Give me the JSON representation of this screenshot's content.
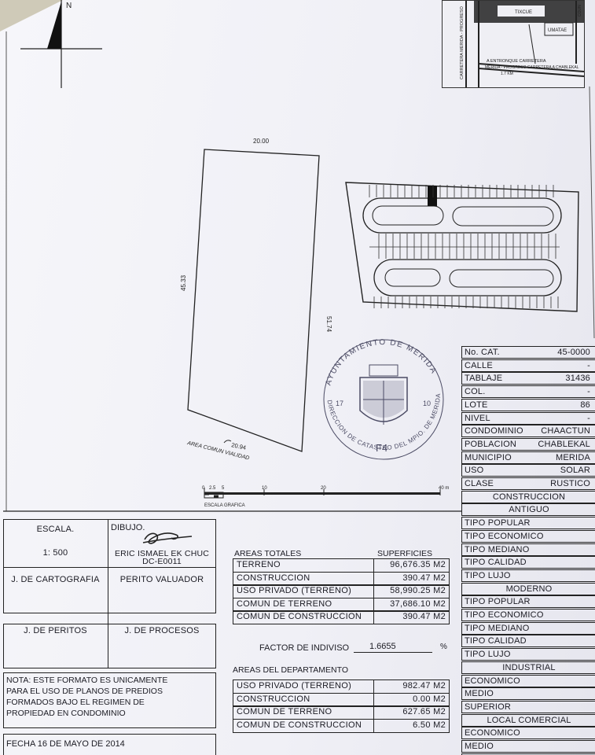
{
  "plot": {
    "top_dim": "20.00",
    "left_dim": "45.33",
    "right_dim": "51.74",
    "bottom_dim": "20.94",
    "area_label": "AREA COMUN VIALIDAD"
  },
  "scale_bar": {
    "ticks": [
      "0",
      "2.5",
      "5",
      "10",
      "20",
      "40 m"
    ],
    "label": "ESCALA GRAFICA"
  },
  "location_map": {
    "labels": [
      "TIXCUE",
      "CARRETERA MERIDA - PROGRESO",
      "A ENTRONQUE CARRETERA",
      "MERIDA - PROGRESO  CARRETERA A CHABLEKAL",
      "1.7 KM",
      "UMATAE",
      "COUN"
    ]
  },
  "seal": {
    "top_text": "AYUNTAMIENTO DE MERIDA",
    "bottom_text": "DIRECCION DE CATASTRO DEL MPIO. DE MERIDA",
    "left_mark": "17",
    "right_mark": "10",
    "code": "F4"
  },
  "title_block": {
    "escala_label": "ESCALA.",
    "escala_value": "1: 500",
    "dibujo_label": "DIBUJO.",
    "dibujo_name": "ERIC ISMAEL EK CHUC",
    "dibujo_code": "DC-E0011",
    "cartografia": "J. DE CARTOGRAFIA",
    "perito": "PERITO VALUADOR",
    "peritos": "J. DE PERITOS",
    "procesos": "J. DE PROCESOS",
    "nota": [
      "NOTA: ESTE FORMATO ES UNICAMENTE",
      "PARA EL USO DE PLANOS DE PREDIOS",
      "FORMADOS BAJO EL REGIMEN DE",
      "PROPIEDAD EN CONDOMINIO"
    ],
    "fecha": "FECHA 16 DE MAYO DE 2014"
  },
  "areas_totales": {
    "header": "AREAS TOTALES",
    "header_right": "SUPERFICIES",
    "rows": [
      {
        "label": "TERRENO",
        "value": "96,676.35 M2"
      },
      {
        "label": "CONSTRUCCION",
        "value": "390.47    M2"
      },
      {
        "label": "USO PRIVADO (TERRENO)",
        "value": "58,990.25 M2"
      },
      {
        "label": "COMUN DE TERRENO",
        "value": "37,686.10 M2"
      },
      {
        "label": "COMUN DE CONSTRUCCION",
        "value": "390.47    M2"
      }
    ]
  },
  "factor": {
    "label": "FACTOR DE INDIVISO",
    "value": "1.6655",
    "unit": "%"
  },
  "areas_departamento": {
    "header": "AREAS DEL DEPARTAMENTO",
    "rows": [
      {
        "label": "USO PRIVADO (TERRENO)",
        "value": "982.47  M2"
      },
      {
        "label": "CONSTRUCCION",
        "value": "0.00    M2"
      },
      {
        "label": "COMUN DE TERRENO",
        "value": "627.65  M2"
      },
      {
        "label": "COMUN DE CONSTRUCCION",
        "value": "6.50    M2"
      }
    ]
  },
  "cadastral": {
    "rows": [
      {
        "k": "No. CAT.",
        "v": "45-0000"
      },
      {
        "k": "CALLE",
        "v": "-"
      },
      {
        "k": "TABLAJE",
        "v": "31436"
      },
      {
        "k": "COL.",
        "v": "-"
      },
      {
        "k": "LOTE",
        "v": "86"
      },
      {
        "k": "NIVEL",
        "v": "-"
      },
      {
        "k": "CONDOMINIO",
        "v": "CHAACTUN"
      },
      {
        "k": "POBLACION",
        "v": "CHABLEKAL"
      },
      {
        "k": "MUNICIPIO",
        "v": "MERIDA"
      },
      {
        "k": "USO",
        "v": "SOLAR"
      },
      {
        "k": "CLASE",
        "v": "RUSTICO"
      },
      {
        "k": "",
        "v": "CONSTRUCCION",
        "center": true
      },
      {
        "k": "",
        "v": "ANTIGUO",
        "center": true
      },
      {
        "k": "TIPO POPULAR",
        "v": ""
      },
      {
        "k": "TIPO ECONOMICO",
        "v": ""
      },
      {
        "k": "TIPO MEDIANO",
        "v": ""
      },
      {
        "k": "TIPO CALIDAD",
        "v": ""
      },
      {
        "k": "TIPO LUJO",
        "v": ""
      },
      {
        "k": "",
        "v": "MODERNO",
        "center": true
      },
      {
        "k": "TIPO POPULAR",
        "v": ""
      },
      {
        "k": "TIPO ECONOMICO",
        "v": ""
      },
      {
        "k": "TIPO MEDIANO",
        "v": ""
      },
      {
        "k": "TIPO CALIDAD",
        "v": ""
      },
      {
        "k": "TIPO LUJO",
        "v": ""
      },
      {
        "k": "",
        "v": "INDUSTRIAL",
        "center": true
      },
      {
        "k": "ECONOMICO",
        "v": ""
      },
      {
        "k": "MEDIO",
        "v": ""
      },
      {
        "k": "SUPERIOR",
        "v": ""
      },
      {
        "k": "",
        "v": "LOCAL COMERCIAL",
        "center": true
      },
      {
        "k": "ECONOMICO",
        "v": ""
      },
      {
        "k": "MEDIO",
        "v": ""
      },
      {
        "k": "SUPERIOR",
        "v": ""
      }
    ]
  }
}
